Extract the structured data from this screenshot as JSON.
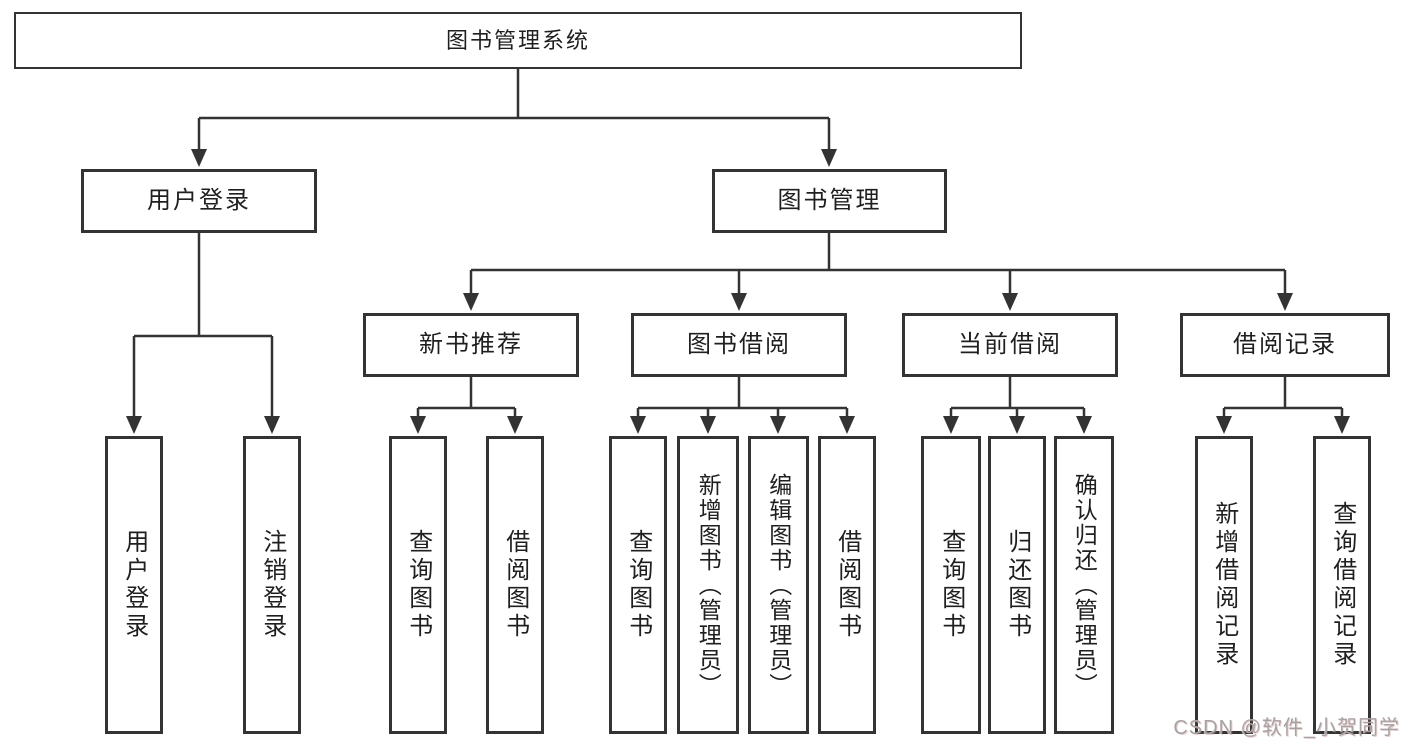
{
  "tree": {
    "root": {
      "label": "图书管理系统",
      "children": [
        {
          "label": "用户登录",
          "children": [
            {
              "label": "用户登录"
            },
            {
              "label": "注销登录"
            }
          ]
        },
        {
          "label": "图书管理",
          "children": [
            {
              "label": "新书推荐",
              "children": [
                {
                  "label": "查询图书"
                },
                {
                  "label": "借阅图书"
                }
              ]
            },
            {
              "label": "图书借阅",
              "children": [
                {
                  "label": "查询图书"
                },
                {
                  "label": "新增图书（管理员）"
                },
                {
                  "label": "编辑图书（管理员）"
                },
                {
                  "label": "借阅图书"
                }
              ]
            },
            {
              "label": "当前借阅",
              "children": [
                {
                  "label": "查询图书"
                },
                {
                  "label": "归还图书"
                },
                {
                  "label": "确认归还（管理员）"
                }
              ]
            },
            {
              "label": "借阅记录",
              "children": [
                {
                  "label": "新增借阅记录"
                },
                {
                  "label": "查询借阅记录"
                }
              ]
            }
          ]
        }
      ]
    }
  },
  "watermark": {
    "text": "CSDN @软件_小贺同学"
  },
  "colors": {
    "background": "#ffffff",
    "box_fill": "#ffffff",
    "box_border": "#333333",
    "line": "#333333",
    "text": "#1f1f1f",
    "watermark": "#a8a3a3"
  }
}
